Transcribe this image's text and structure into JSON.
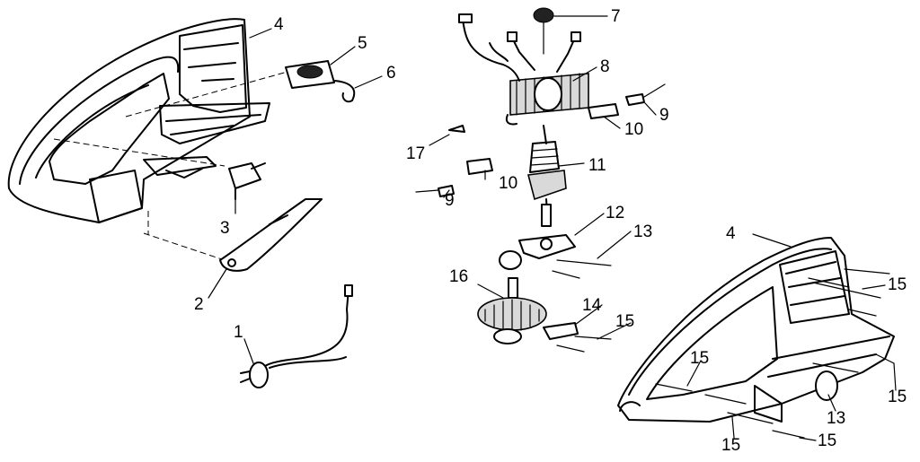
{
  "callouts": {
    "c1": "1",
    "c2": "2",
    "c3": "3",
    "c4a": "4",
    "c4b": "4",
    "c5": "5",
    "c6": "6",
    "c7": "7",
    "c8": "8",
    "c9a": "9",
    "c9b": "9",
    "c10a": "10",
    "c10b": "10",
    "c11": "11",
    "c12": "12",
    "c13a": "13",
    "c13b": "13",
    "c14": "14",
    "c15a": "15",
    "c15b": "15",
    "c15c": "15",
    "c15d": "15",
    "c15e": "15",
    "c15f": "15",
    "c16": "16",
    "c17": "17"
  }
}
